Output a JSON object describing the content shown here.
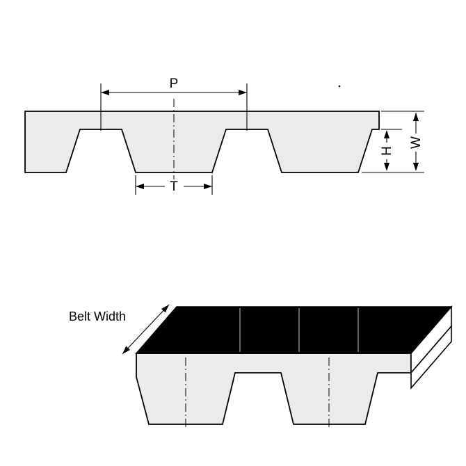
{
  "figure": {
    "labels": {
      "pitch": "P",
      "tooth_width": "T",
      "tooth_height": "H",
      "belt_thickness": "W",
      "belt_width": "Belt Width"
    },
    "colors": {
      "belt_fill": "#ebebeb",
      "top_face_fill": "#000000",
      "end_face_fill": "#ffffff",
      "line": "#000000",
      "background": "#ffffff"
    }
  }
}
